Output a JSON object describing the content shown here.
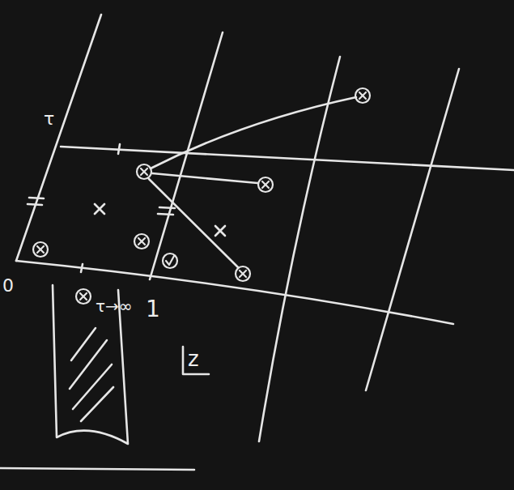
{
  "diagram": {
    "labels": [
      "τ",
      "0",
      "τ→∞",
      "1",
      "z"
    ]
  }
}
